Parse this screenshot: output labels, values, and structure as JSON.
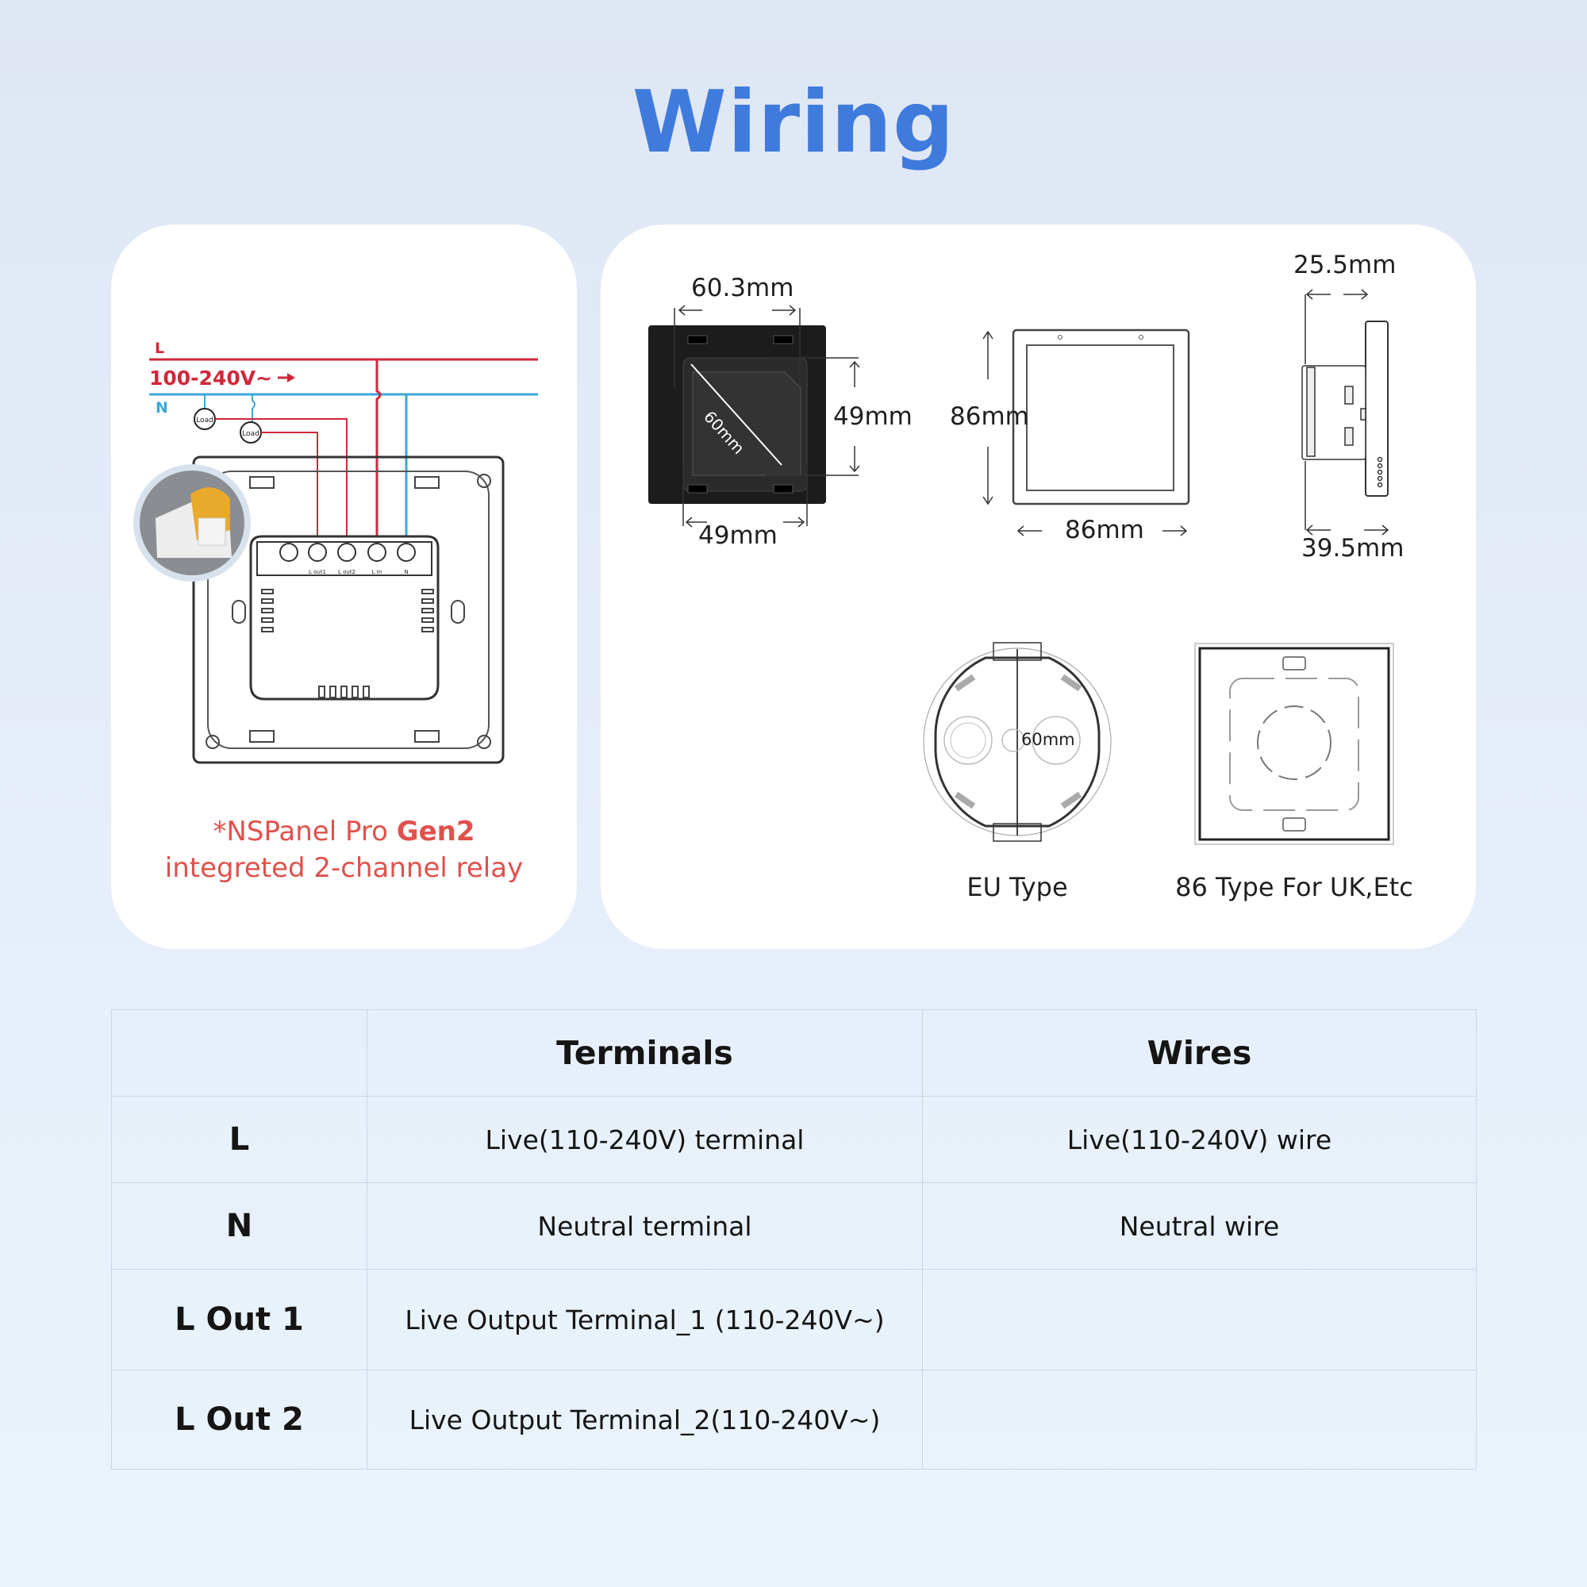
{
  "title": "Wiring",
  "wiring_diagram": {
    "line_label": "L",
    "voltage_label": "100-240V~",
    "neutral_label": "N",
    "load_label": "Load",
    "terminal_labels": [
      "L out1",
      "L out2",
      "L In",
      "N"
    ],
    "caption_prefix": "*NSPanel Pro ",
    "caption_bold": "Gen2",
    "caption_line2": "integreted 2-channel relay",
    "colors": {
      "live": "#d0283b",
      "neutral": "#3aa7d6",
      "caption": "#e0514c"
    }
  },
  "dimensions": {
    "back_width": "60.3mm",
    "back_bottom": "49mm",
    "back_height": "49mm",
    "back_diagonal": "60mm",
    "front_height": "86mm",
    "front_width": "86mm",
    "side_top": "25.5mm",
    "side_bottom": "39.5mm"
  },
  "boxes": {
    "eu_inner": "60mm",
    "eu_label": "EU Type",
    "uk_label": "86 Type For UK,Etc"
  },
  "table": {
    "headers": [
      "",
      "Terminals",
      "Wires"
    ],
    "rows": [
      {
        "name": "L",
        "terminal": "Live(110-240V) terminal",
        "wire": "Live(110-240V) wire"
      },
      {
        "name": "N",
        "terminal": "Neutral terminal",
        "wire": "Neutral wire"
      },
      {
        "name": "L Out 1",
        "terminal": "Live Output Terminal_1 (110-240V~)",
        "wire": ""
      },
      {
        "name": "L Out 2",
        "terminal": "Live Output Terminal_2(110-240V~)",
        "wire": ""
      }
    ]
  },
  "accent_color": "#3f7bdc"
}
